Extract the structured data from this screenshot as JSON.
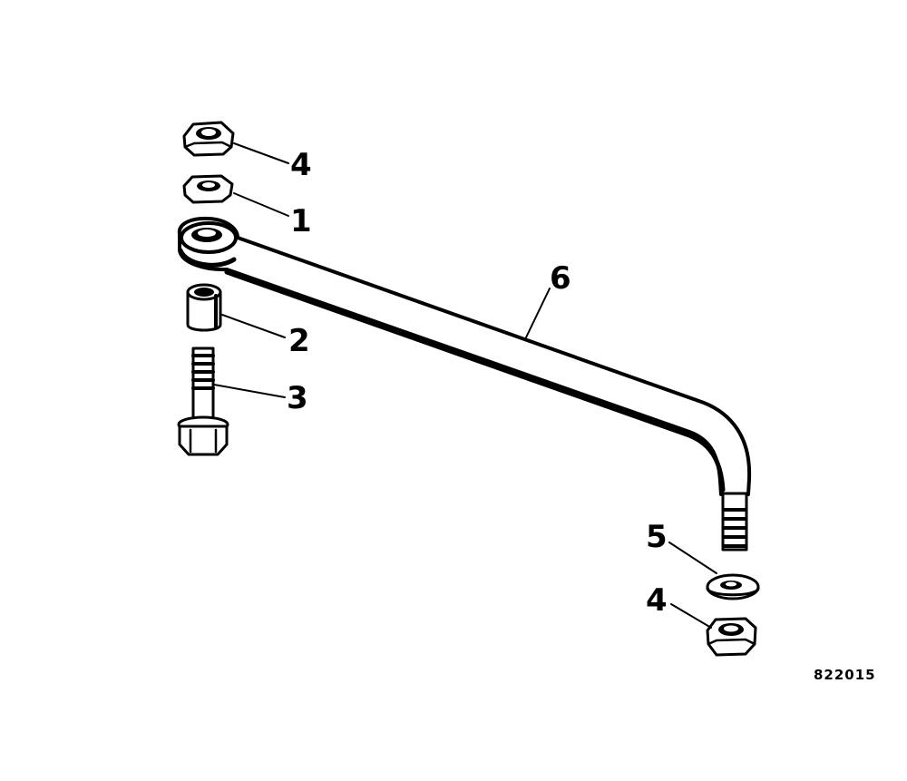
{
  "diagram": {
    "callouts": [
      {
        "id": "nut-top",
        "label": "4"
      },
      {
        "id": "washer-top",
        "label": "1"
      },
      {
        "id": "spacer",
        "label": "2"
      },
      {
        "id": "bolt",
        "label": "3"
      },
      {
        "id": "link-rod",
        "label": "6"
      },
      {
        "id": "washer-bottom",
        "label": "5"
      },
      {
        "id": "nut-bottom",
        "label": "4"
      }
    ],
    "figure_number": "822015"
  }
}
